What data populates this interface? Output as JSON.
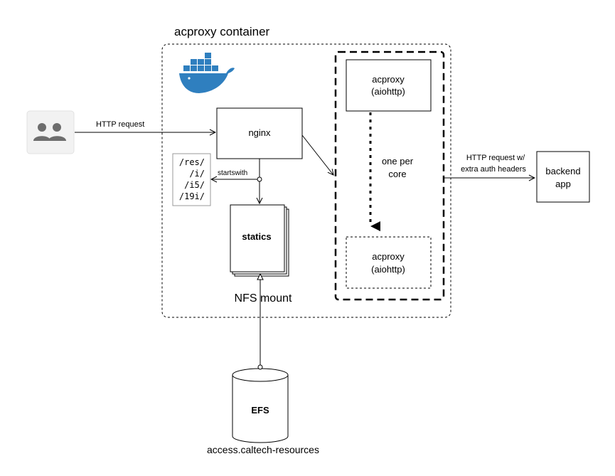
{
  "container": {
    "title": "acproxy container"
  },
  "client": {
    "icon": "users-icon",
    "request_label": "HTTP request"
  },
  "nginx": {
    "label": "nginx"
  },
  "prefixes": {
    "items": [
      "/res/",
      "/i/",
      "/i5/",
      "/19i/"
    ],
    "condition_label": "startswith"
  },
  "statics": {
    "label": "statics",
    "mount_label": "NFS mount"
  },
  "workers": {
    "top_line1": "acproxy",
    "top_line2": "(aiohttp)",
    "note_line1": "one per",
    "note_line2": "core",
    "bottom_line1": "acproxy",
    "bottom_line2": "(aiohttp)"
  },
  "backend": {
    "line1": "backend",
    "line2": "app",
    "request_line1": "HTTP request w/",
    "request_line2": "extra auth headers"
  },
  "storage": {
    "label": "EFS",
    "caption": "access.caltech-resources"
  },
  "colors": {
    "docker_blue": "#2f7fbf",
    "icon_gray": "#6d6d6d",
    "icon_bg": "#f2f2f2"
  }
}
